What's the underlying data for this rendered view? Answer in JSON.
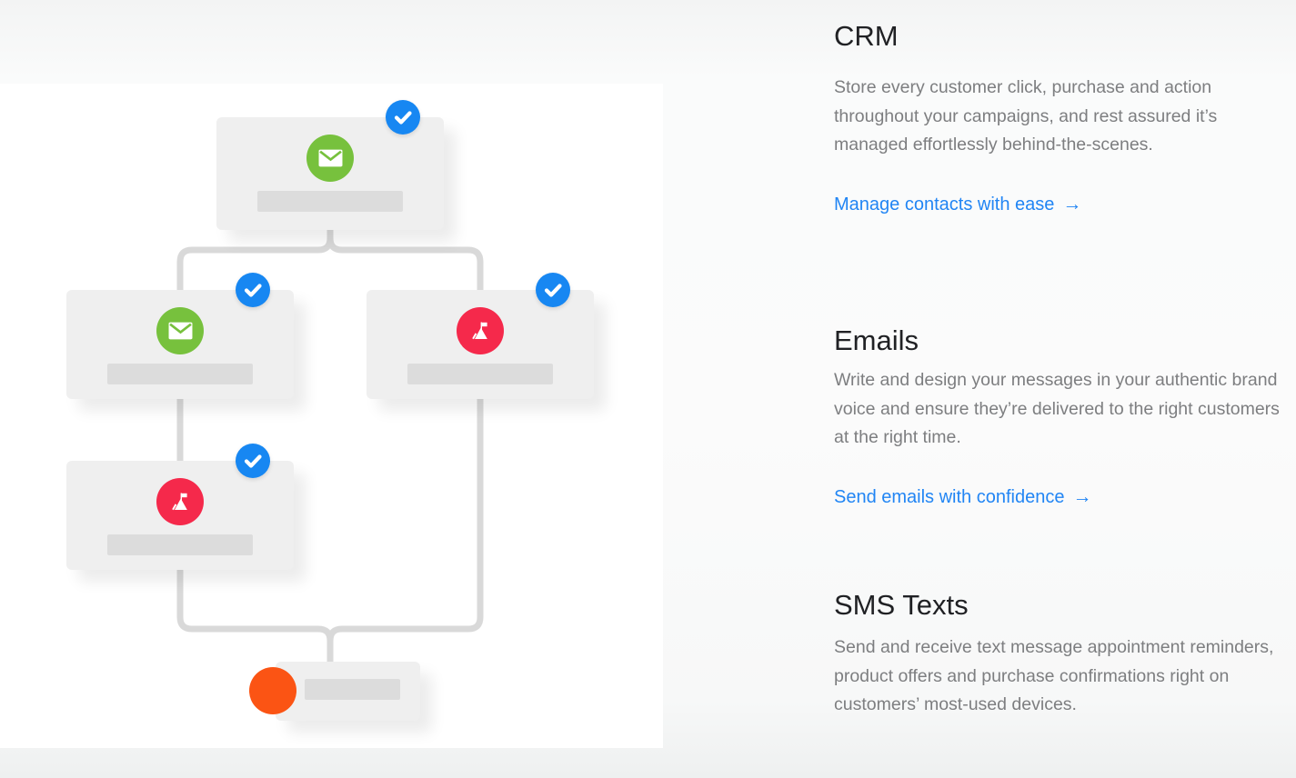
{
  "colors": {
    "accent_green": "#77c13d",
    "accent_red": "#f5294b",
    "accent_orange": "#fb5414",
    "badge_blue": "#1787f2",
    "link_blue": "#2185f4",
    "card_gray": "#efefef",
    "placeholder_gray": "#dcdcdc",
    "connector_gray": "#d9d9d9",
    "panel_white": "#ffffff",
    "heading_color": "#202124",
    "body_color": "#7d7e80"
  },
  "flow_diagram": {
    "description": "Automation flowchart of five connected nodes",
    "nodes": [
      {
        "id": "step-1",
        "icon": "email-icon",
        "icon_color": "green",
        "status": "completed-check"
      },
      {
        "id": "step-2",
        "icon": "email-icon",
        "icon_color": "green",
        "status": "completed-check"
      },
      {
        "id": "step-3",
        "icon": "goal-flag-icon",
        "icon_color": "red",
        "status": "completed-check"
      },
      {
        "id": "step-4",
        "icon": "goal-flag-icon",
        "icon_color": "red",
        "status": "completed-check"
      },
      {
        "id": "end",
        "icon": "end-dot",
        "icon_color": "orange",
        "status": "end"
      }
    ],
    "edges": [
      [
        "step-1",
        "step-2"
      ],
      [
        "step-1",
        "step-3"
      ],
      [
        "step-2",
        "step-4"
      ],
      [
        "step-3",
        "end"
      ],
      [
        "step-4",
        "end"
      ]
    ]
  },
  "sections": [
    {
      "title": "CRM",
      "body": "Store every customer click, purchase and action throughout your campaigns, and rest assured it’s managed effortlessly behind-the-scenes.",
      "link_label": "Manage contacts with ease",
      "arrow": "→"
    },
    {
      "title": "Emails",
      "body": "Write and design your messages in your authentic brand voice and ensure they’re delivered to the right customers at the right time.",
      "link_label": "Send emails with confidence",
      "arrow": "→"
    },
    {
      "title": "SMS Texts",
      "body": "Send and receive text message appointment reminders, product offers and purchase confirmations right on customers’ most-used devices."
    }
  ]
}
